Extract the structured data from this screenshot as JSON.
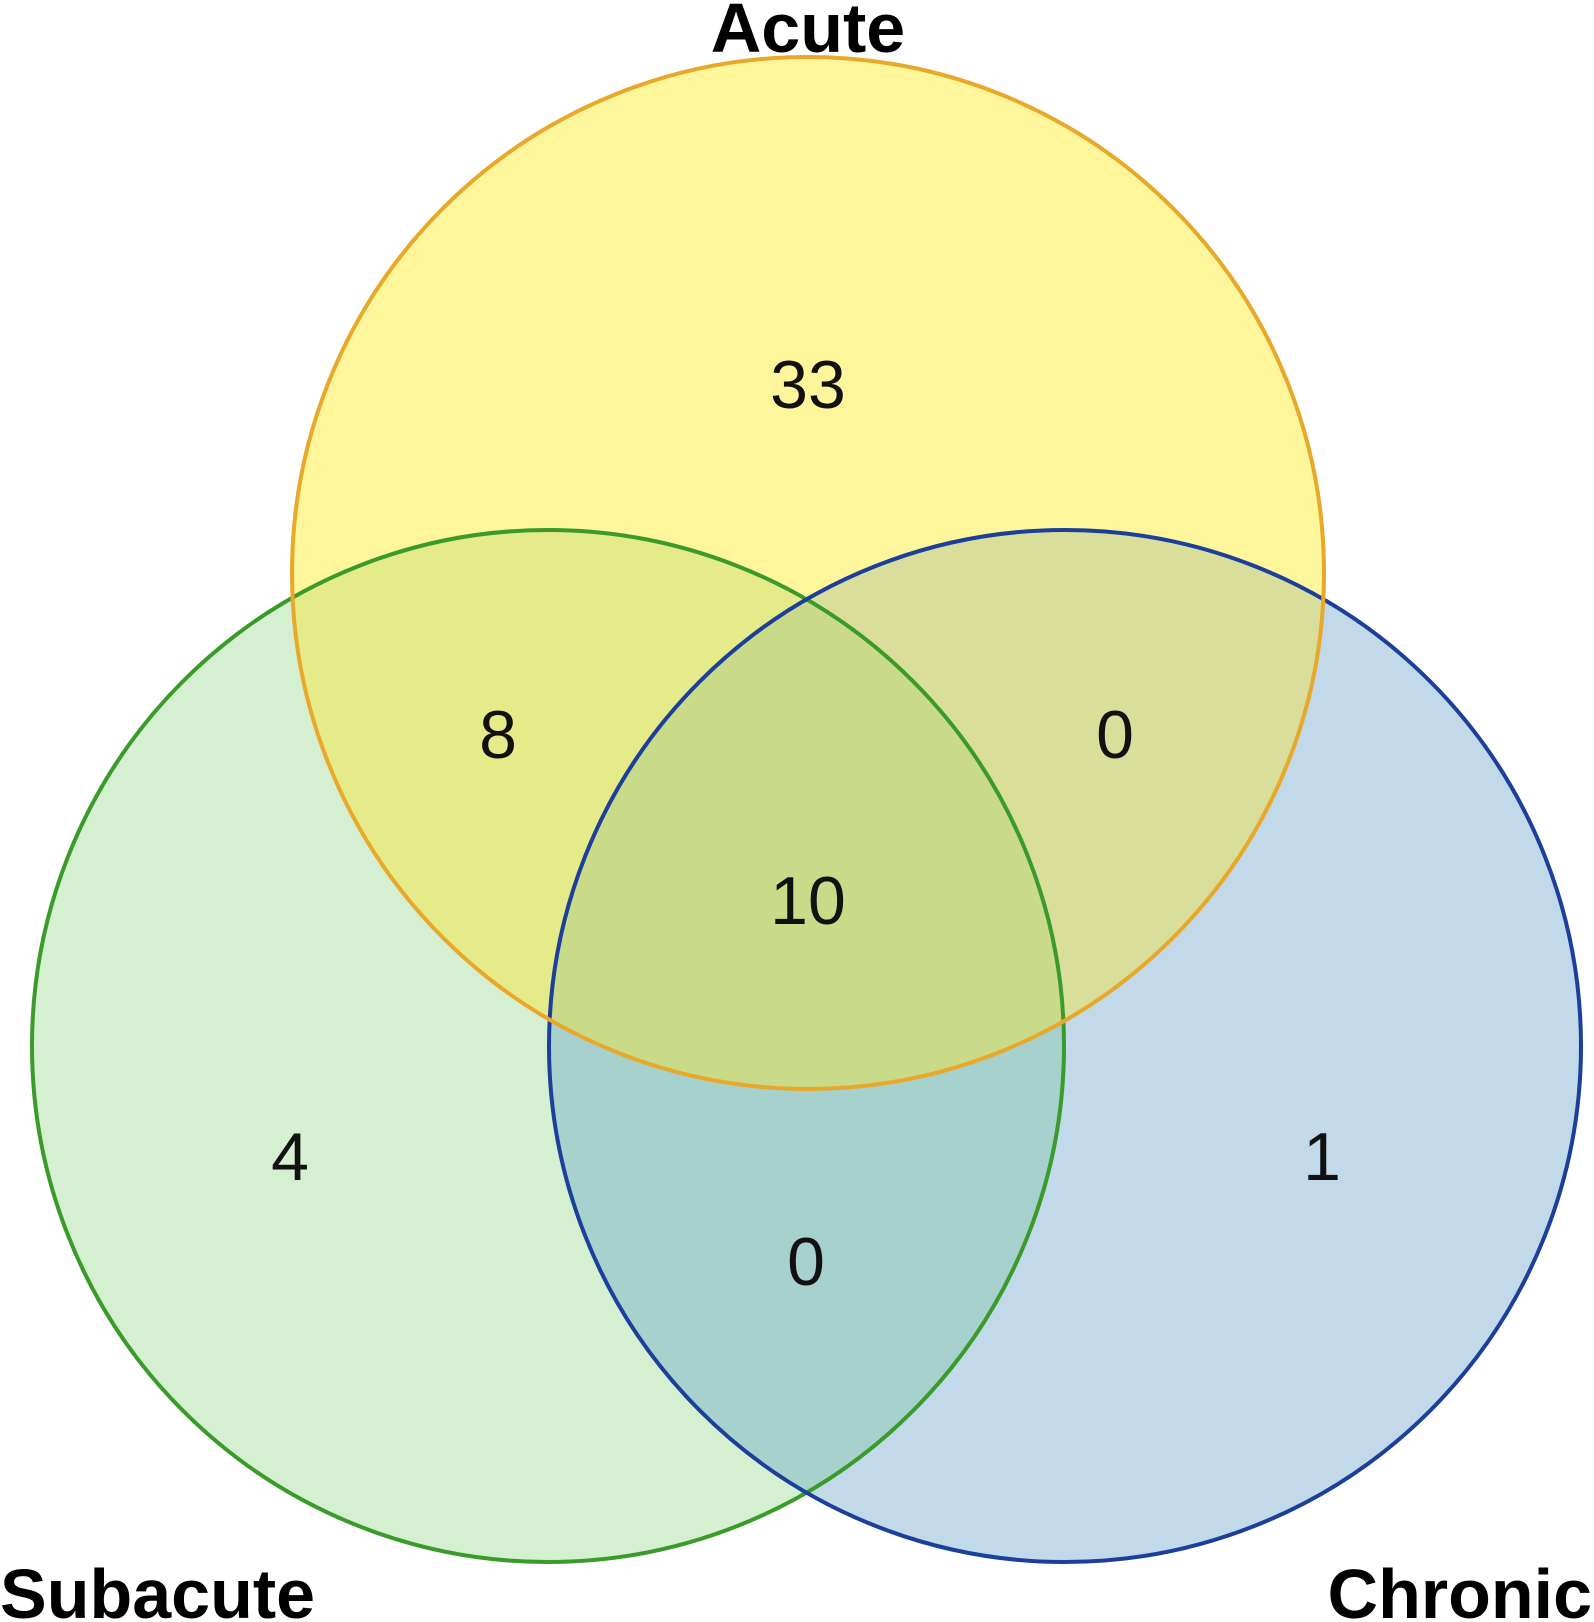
{
  "venn": {
    "sets": {
      "acute": {
        "label": "Acute",
        "fill": "#fff59b",
        "stroke": "#e8a82a"
      },
      "subacute": {
        "label": "Subacute",
        "fill": "#d5efd1",
        "stroke": "#3a9a2a"
      },
      "chronic": {
        "label": "Chronic",
        "fill": "#c1d9e8",
        "stroke": "#1b3f9a"
      }
    },
    "regions": {
      "acute_only": "33",
      "acute_subacute": "8",
      "acute_chronic": "0",
      "all_three": "10",
      "subacute_only": "4",
      "chronic_only": "1",
      "subacute_chronic": "0"
    },
    "overlap_colors": {
      "acute_subacute": "#e5eb88",
      "acute_chronic": "#d9de9a",
      "subacute_chronic": "#a7d1cc",
      "all_three": "#c9da88"
    }
  }
}
